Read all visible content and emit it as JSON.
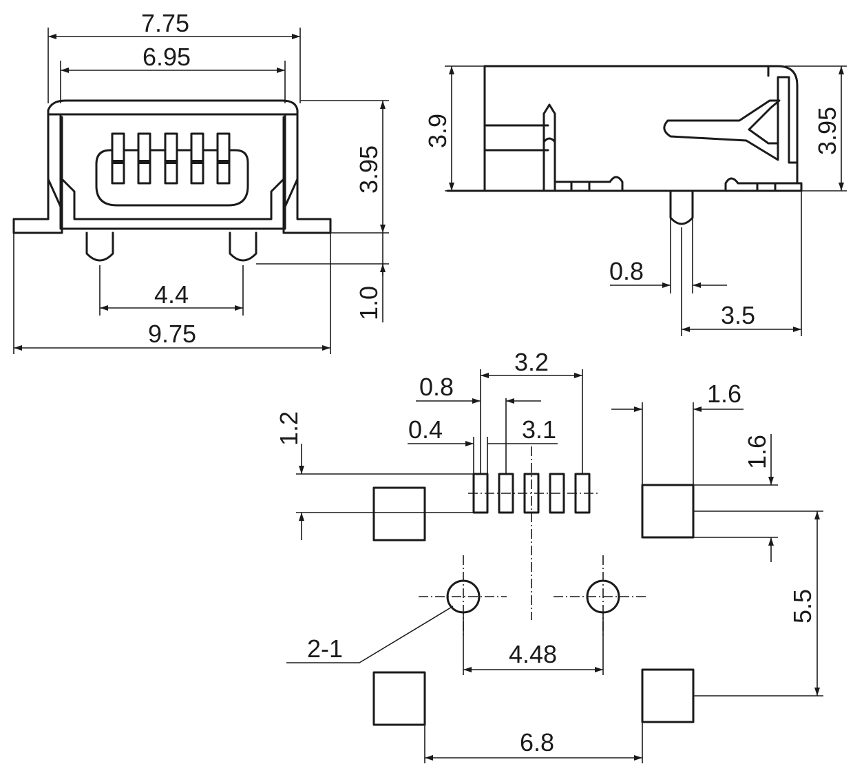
{
  "colors": {
    "stroke": "#1a1a1a",
    "background": "#ffffff"
  },
  "front_view": {
    "dim_overall_shell_width": "7.75",
    "dim_inner_shell_width": "6.95",
    "dim_height": "3.95",
    "dim_peg_length": "1.0",
    "dim_peg_spacing": "4.4",
    "dim_tab_width": "9.75"
  },
  "side_view": {
    "dim_left_height": "3.9",
    "dim_right_height": "3.95",
    "dim_peg_diameter": "0.8",
    "dim_peg_to_edge": "3.5"
  },
  "footprint": {
    "dim_pitch_span": "3.2",
    "dim_pad_pitch": "0.8",
    "dim_pad_width": "0.4",
    "dim_center_offset": "3.1",
    "dim_pad_length": "1.2",
    "dim_tab_pad_width": "1.6",
    "dim_tab_pad_height": "1.6",
    "dim_tab_row_spacing": "5.5",
    "label_hole_callout": "2-1",
    "dim_hole_spacing": "4.48",
    "dim_bottom_pad_spacing": "6.8"
  }
}
